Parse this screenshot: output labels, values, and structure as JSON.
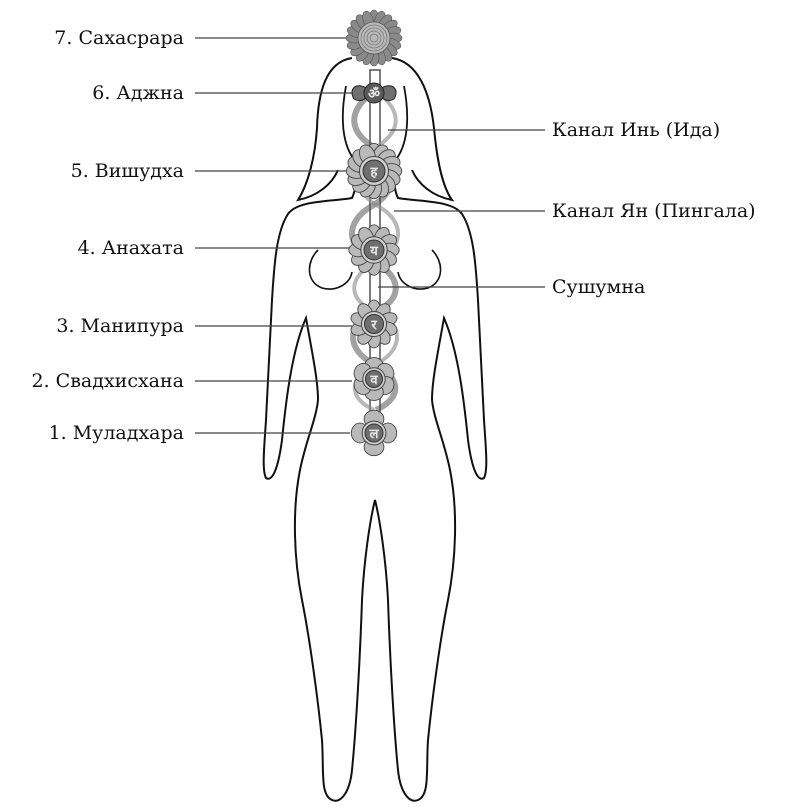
{
  "left_labels": [
    {
      "text": "7. Сахасрара"
    },
    {
      "text": "6. Аджна"
    },
    {
      "text": "5. Вишудха"
    },
    {
      "text": "4. Анахата"
    },
    {
      "text": "3. Манипура"
    },
    {
      "text": "2. Свадхисхана"
    },
    {
      "text": "1. Муладхара"
    }
  ],
  "right_labels": [
    {
      "text": "Канал Инь (Ида)"
    },
    {
      "text": "Канал Ян (Пингала)"
    },
    {
      "text": "Сушумна"
    }
  ],
  "chakra_symbols": [
    "ॐ",
    "ह",
    "य",
    "र",
    "व",
    "ल"
  ],
  "colors": {
    "line": "#444444",
    "outline": "#111111",
    "petal": "#b9b9b9",
    "petal_dark": "#8a8a8a",
    "core": "#6f6f6f",
    "channel": "#9a9a9a"
  }
}
